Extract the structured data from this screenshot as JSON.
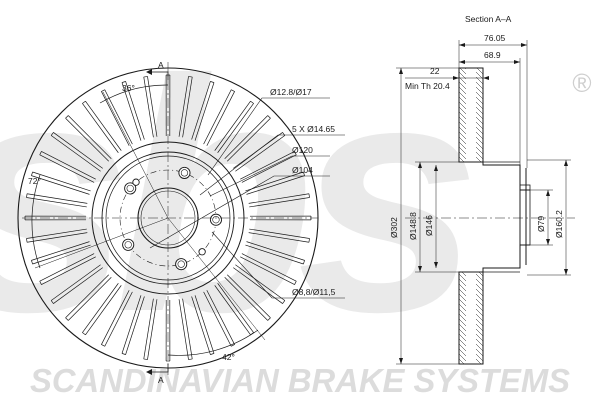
{
  "watermark": {
    "logo_text": "sbs",
    "registered_mark": "®",
    "company_name": "SCANDINAVIAN BRAKE SYSTEMS",
    "color": "#e9e9e9"
  },
  "front_view": {
    "section_marker_top": "A",
    "section_marker_bottom": "A",
    "angle_top": "36°",
    "angle_left": "72°",
    "angle_bottom": "42°",
    "callouts": {
      "pilot_holes": "Ø12.8/Ø17",
      "bolt_holes": "5 X Ø14.65",
      "pcd": "Ø120",
      "center_bore": "Ø104",
      "small_holes": "Ø8,8/Ø11,5"
    }
  },
  "section_view": {
    "title": "Section A–A",
    "overall_height": "76.05",
    "disc_thickness": "22",
    "min_thickness": "Min Th 20.4",
    "hat_height": "68.9",
    "outer_diameter": "Ø302",
    "friction_inner_diameter": "Ø148.8",
    "hat_diameter": "Ø146",
    "hub_bore": "Ø79",
    "mounting_diameter": "Ø160.2"
  },
  "colors": {
    "line": "#1a1a1a",
    "background": "#ffffff"
  }
}
